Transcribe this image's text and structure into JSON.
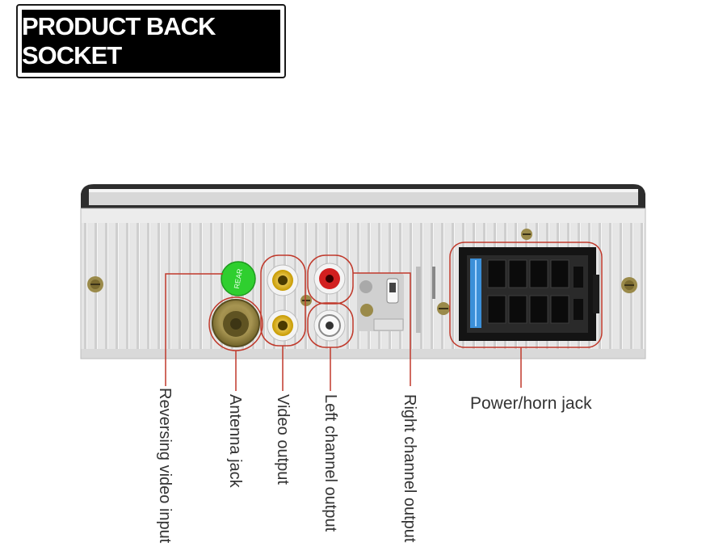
{
  "title": "PRODUCT BACK SOCKET",
  "labels": {
    "reversing_video_input": "Reversing video input",
    "antenna_jack": "Antenna jack",
    "video_output": "Video output",
    "left_channel_output": "Left channel output",
    "right_channel_output": "Right channel output",
    "power_horn_jack": "Power/horn jack"
  },
  "colors": {
    "callout_line": "#c0392b",
    "chassis": "#e4e4e4",
    "rca_yellow": "#e8b800",
    "rca_red": "#d21f1f",
    "rca_white": "#f2f2f2",
    "green_marker": "#2fcf2f",
    "connector_blue": "#3b8fd8"
  }
}
